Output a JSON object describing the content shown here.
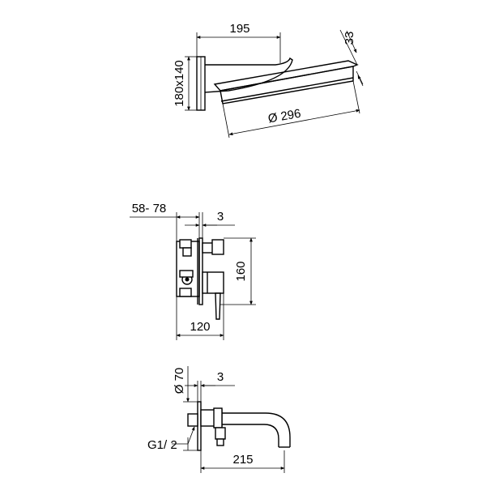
{
  "shower_head": {
    "dim_projection": "195",
    "dim_plate": "180x140",
    "dim_thickness": "33",
    "dim_diameter": "Ø 296"
  },
  "mixer": {
    "dim_depth": "58- 78",
    "dim_plate_gap": "3",
    "dim_height": "160",
    "dim_width": "120"
  },
  "spout": {
    "dim_diameter": "Ø 70",
    "dim_plate_gap": "3",
    "dim_thread": "G1/ 2",
    "dim_length": "215"
  }
}
